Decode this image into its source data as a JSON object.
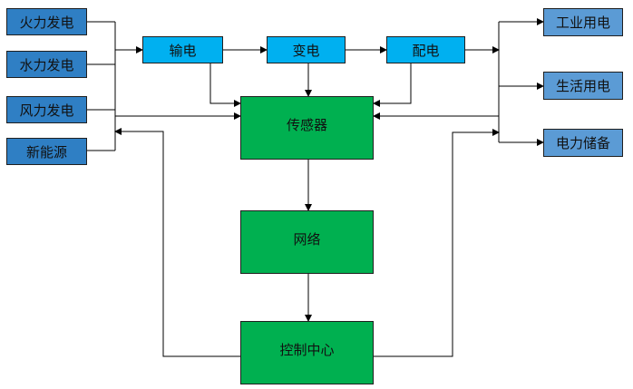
{
  "sources": [
    "火力发电",
    "水力发电",
    "风力发电",
    "新能源"
  ],
  "flow": [
    "输电",
    "变电",
    "配电"
  ],
  "core": [
    "传感器",
    "网络",
    "控制中心"
  ],
  "consumers": [
    "工业用电",
    "生活用电",
    "电力储备"
  ]
}
